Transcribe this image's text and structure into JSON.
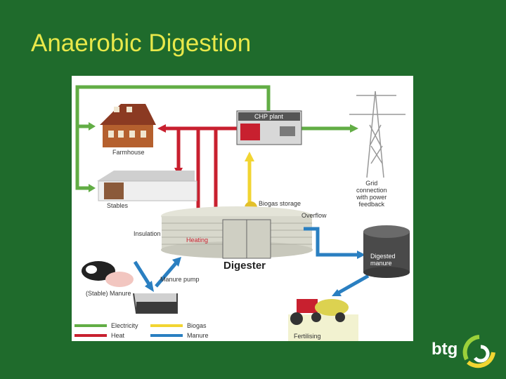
{
  "slide": {
    "title": "Anaerobic Digestion"
  },
  "diagram": {
    "labels": {
      "farmhouse": "Farmhouse",
      "stables": "Stables",
      "chp_plant": "CHP plant",
      "grid": [
        "Grid",
        "connection",
        "with power",
        "feedback"
      ],
      "biogas_storage": "Biogas storage",
      "overflow": "Overflow",
      "insulation": "Insulation",
      "heating": "Heating",
      "digester": "Digester",
      "digested_manure": [
        "Digested",
        "manure"
      ],
      "manure_pump": "Manure pump",
      "stable_manure": "(Stable) Manure",
      "fertilising": "Fertilising"
    },
    "legend": [
      {
        "label": "Electricity",
        "color": "#62ad45"
      },
      {
        "label": "Heat",
        "color": "#c8202f"
      },
      {
        "label": "Biogas",
        "color": "#f2d532"
      },
      {
        "label": "Manure",
        "color": "#2a7fc1"
      }
    ]
  },
  "logo": {
    "text": "btg"
  }
}
